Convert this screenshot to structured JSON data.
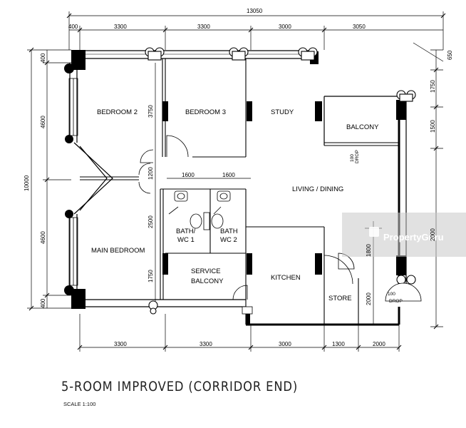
{
  "plan_title": "5-ROOM IMPROVED (CORRIDOR END)",
  "scale": "SCALE  1:100",
  "watermark": "PropertyGuru",
  "rooms": {
    "bedroom2": "BEDROOM 2",
    "bedroom3": "BEDROOM 3",
    "study": "STUDY",
    "balcony": "BALCONY",
    "living_dining": "LIVING / DINING",
    "bath1_a": "BATH/",
    "bath1_b": "WC 1",
    "bath2_a": "BATH",
    "bath2_b": "WC 2",
    "main_bedroom": "MAIN BEDROOM",
    "service_balcony_a": "SERVICE",
    "service_balcony_b": "BALCONY",
    "kitchen": "KITCHEN",
    "store": "STORE"
  },
  "drop_labels": {
    "drop1_num": "100",
    "drop1_text": "DROP",
    "drop2_num": "100",
    "drop2_text": "DROP"
  },
  "dimensions": {
    "overall_top": "13050",
    "top_1": "400",
    "top_2": "3300",
    "top_3": "3300",
    "top_4": "3000",
    "top_5": "3050",
    "bottom_1": "3300",
    "bottom_2": "3300",
    "bottom_3": "3000",
    "bottom_4": "1300",
    "bottom_5": "2000",
    "left_overall": "10000",
    "left_1": "400",
    "left_2": "4600",
    "left_3": "4600",
    "left_4": "400",
    "inner_3750": "3750",
    "inner_1200": "1200",
    "inner_2500": "2500",
    "inner_1750": "1750",
    "inner_1600a": "1600",
    "inner_1600b": "1600",
    "right_650": "650",
    "right_1750": "1750",
    "right_1500": "1500",
    "right_2000": "2000",
    "right_1800": "1800",
    "right_2000b": "2000"
  }
}
